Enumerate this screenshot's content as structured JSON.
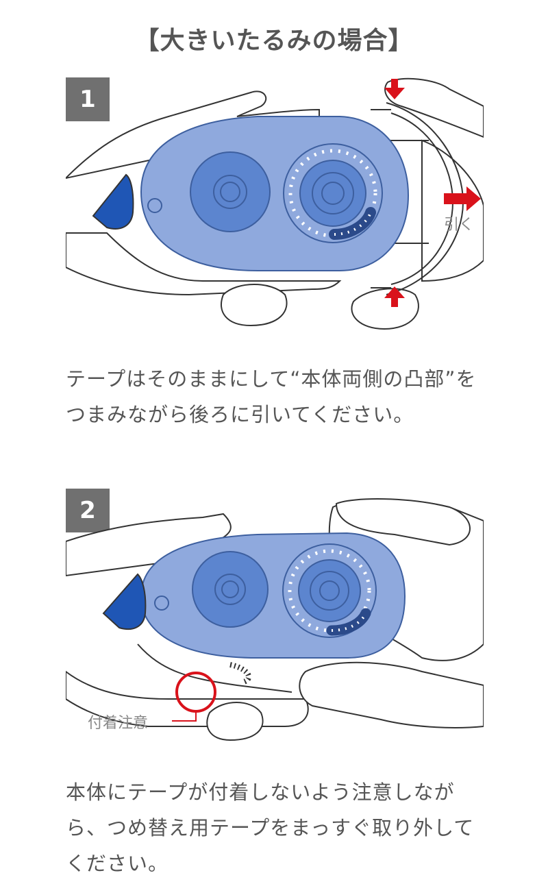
{
  "title": "【大きいたるみの場合】",
  "steps": [
    {
      "number": "1",
      "pull_label": "引く",
      "caption": "テープはそのままにして“本体両側の凸部”をつまみながら後ろに引いてください。"
    },
    {
      "number": "2",
      "attention_label": "付着注意",
      "caption": "本体にテープが付着しないよう注意しながら、つめ替え用テープをまっすぐ取り外してください。"
    }
  ],
  "colors": {
    "body_blue": "#8fa9dd",
    "reel_blue": "#5c85cf",
    "accent_red": "#d9121b",
    "badge_gray": "#707070"
  }
}
